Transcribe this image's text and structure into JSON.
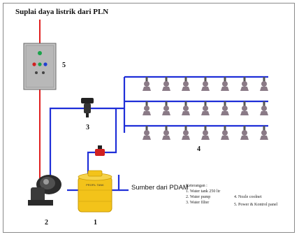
{
  "title": "Suplai daya listrik dari PLN",
  "labels": {
    "panel": "5",
    "pump": "2",
    "tank": "1",
    "filter": "3",
    "nozzles": "4"
  },
  "source_label": "Sumber dari PDAM",
  "tank_text": "PROFIL TANK",
  "legend": {
    "heading": "Keterangan :",
    "col1": [
      "1. Water tank 250 ltr",
      "2. Water pump",
      "3. Water filter"
    ],
    "col2": [
      "4. Nozle coolnet",
      "5. Power & Kontrol panel"
    ]
  },
  "colors": {
    "power_line": "#e02020",
    "water_pipe": "#1f2fd8",
    "tank": "#f3c31a",
    "panel": "#c4c4c4",
    "nozzle": "#8a7a86"
  },
  "icons": [
    "control-panel-icon",
    "water-pump-icon",
    "water-tank-icon",
    "water-filter-icon",
    "valve-icon",
    "nozzle-icon"
  ],
  "nozzle_rows": [
    7,
    7,
    7
  ]
}
